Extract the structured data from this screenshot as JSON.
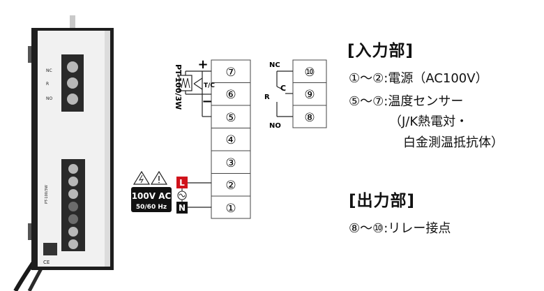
{
  "device": {
    "side_labels": {
      "nc": "NC",
      "r": "R",
      "no": "NO"
    },
    "mid_label": "PT-100/3W",
    "bottom_label": "CE"
  },
  "wiring": {
    "terminals": [
      "⑦",
      "⑥",
      "⑤",
      "④",
      "③",
      "②",
      "①"
    ],
    "sensor_label": "PT-100/3W",
    "tc_label": "T/C",
    "plus": "+",
    "minus": "−",
    "power_box": {
      "line1": "100V AC",
      "line2": "50/60 Hz"
    },
    "l_label": "L",
    "n_label": "N",
    "relay": {
      "terminals": [
        "⑩",
        "⑨",
        "⑧"
      ],
      "nc": "NC",
      "c": "C",
      "r": "R",
      "no": "NO"
    }
  },
  "input_section": {
    "heading": "[入力部]",
    "line1": "①～②:電源（AC100V）",
    "line2": "⑤～⑦:温度センサー",
    "line3": "（J/K熱電対・",
    "line4": "白金測温抵抗体）"
  },
  "output_section": {
    "heading": "[出力部]",
    "line1": "⑧～⑩:リレー接点"
  }
}
